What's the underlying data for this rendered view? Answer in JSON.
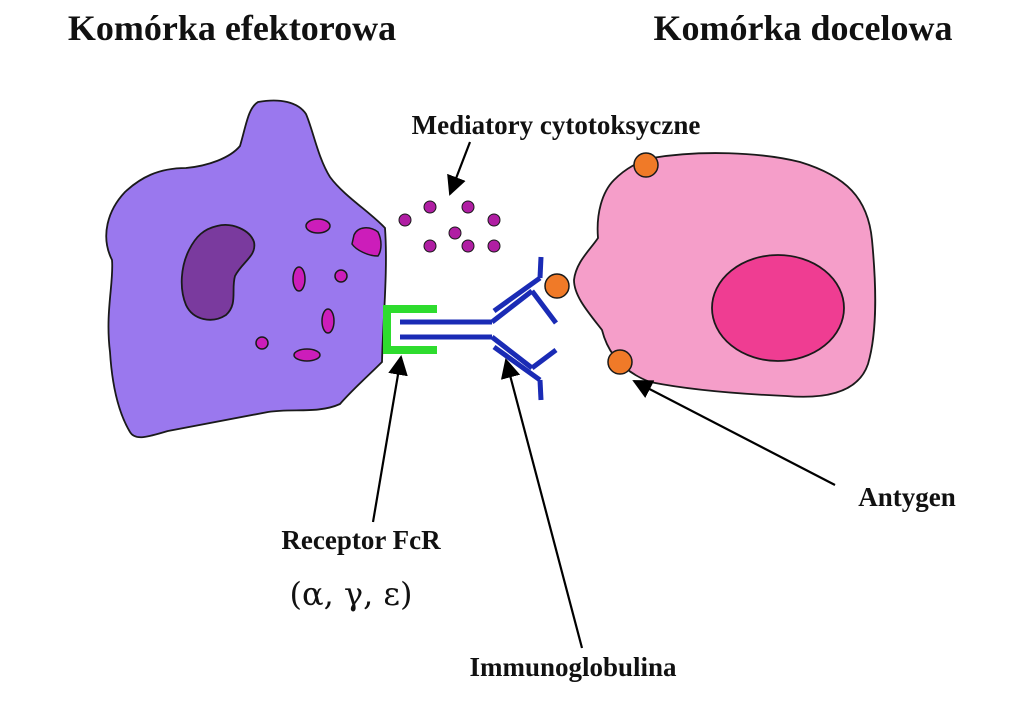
{
  "labels": {
    "effector_cell": "Komórka efektorowa",
    "target_cell": "Komórka docelowa",
    "mediators": "Mediatory cytotoksyczne",
    "receptor": "Receptor FcR",
    "receptor_subunits": "(α, γ, ε)",
    "immunoglobulin": "Immunoglobulina",
    "antigen": "Antygen"
  },
  "colors": {
    "effector_cell": "#9a78ee",
    "effector_nucleus": "#7a3a9e",
    "granule": "#cc1dba",
    "mediator_dot": "#b01ea3",
    "target_cell": "#f59ec9",
    "target_nucleus": "#ef3d92",
    "antigen": "#f07a28",
    "receptor": "#2edc2e",
    "antibody": "#1a2bb5",
    "arrow": "#000000"
  }
}
